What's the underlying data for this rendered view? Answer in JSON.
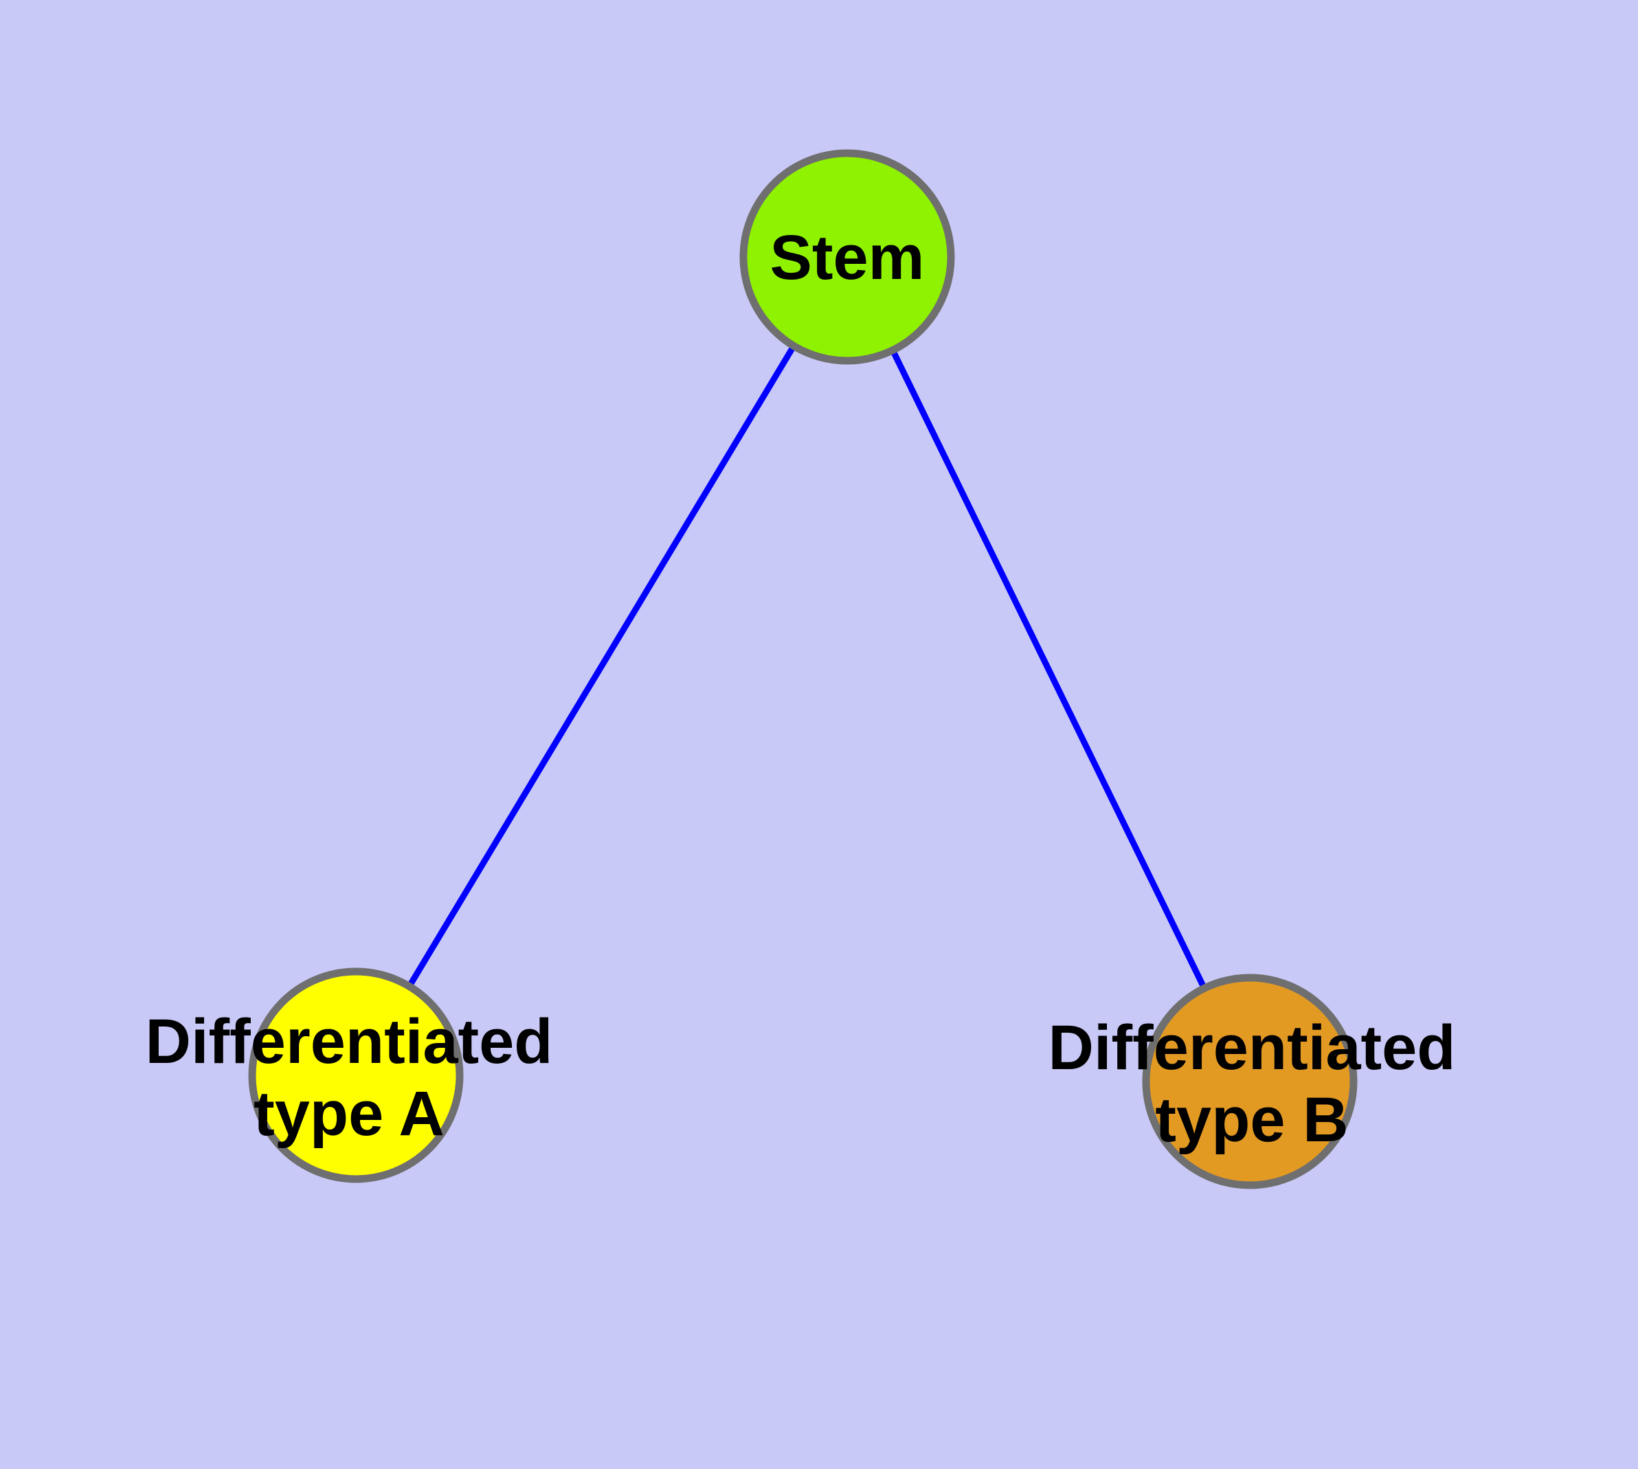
{
  "diagram": {
    "type": "graph",
    "description": "Stem cell differentiation tree: one stem node connected to two differentiated cell-type nodes",
    "colors": {
      "background": "#C9C9F7",
      "edge": "#0000FF",
      "node_border": "#6F6F6F",
      "label_text": "#000000"
    },
    "nodes": {
      "stem": {
        "label": "Stem",
        "fill": "#8FF200"
      },
      "typeA": {
        "label": "Differentiated type A",
        "label_line1": "Differentiated",
        "label_line2": "type A",
        "fill": "#FFFF00"
      },
      "typeB": {
        "label": "Differentiated type B",
        "label_line1": "Differentiated",
        "label_line2": "type B",
        "fill": "#E39A23"
      }
    },
    "edges": [
      {
        "from": "Stem",
        "to": "Differentiated type A"
      },
      {
        "from": "Stem",
        "to": "Differentiated type B"
      }
    ]
  }
}
